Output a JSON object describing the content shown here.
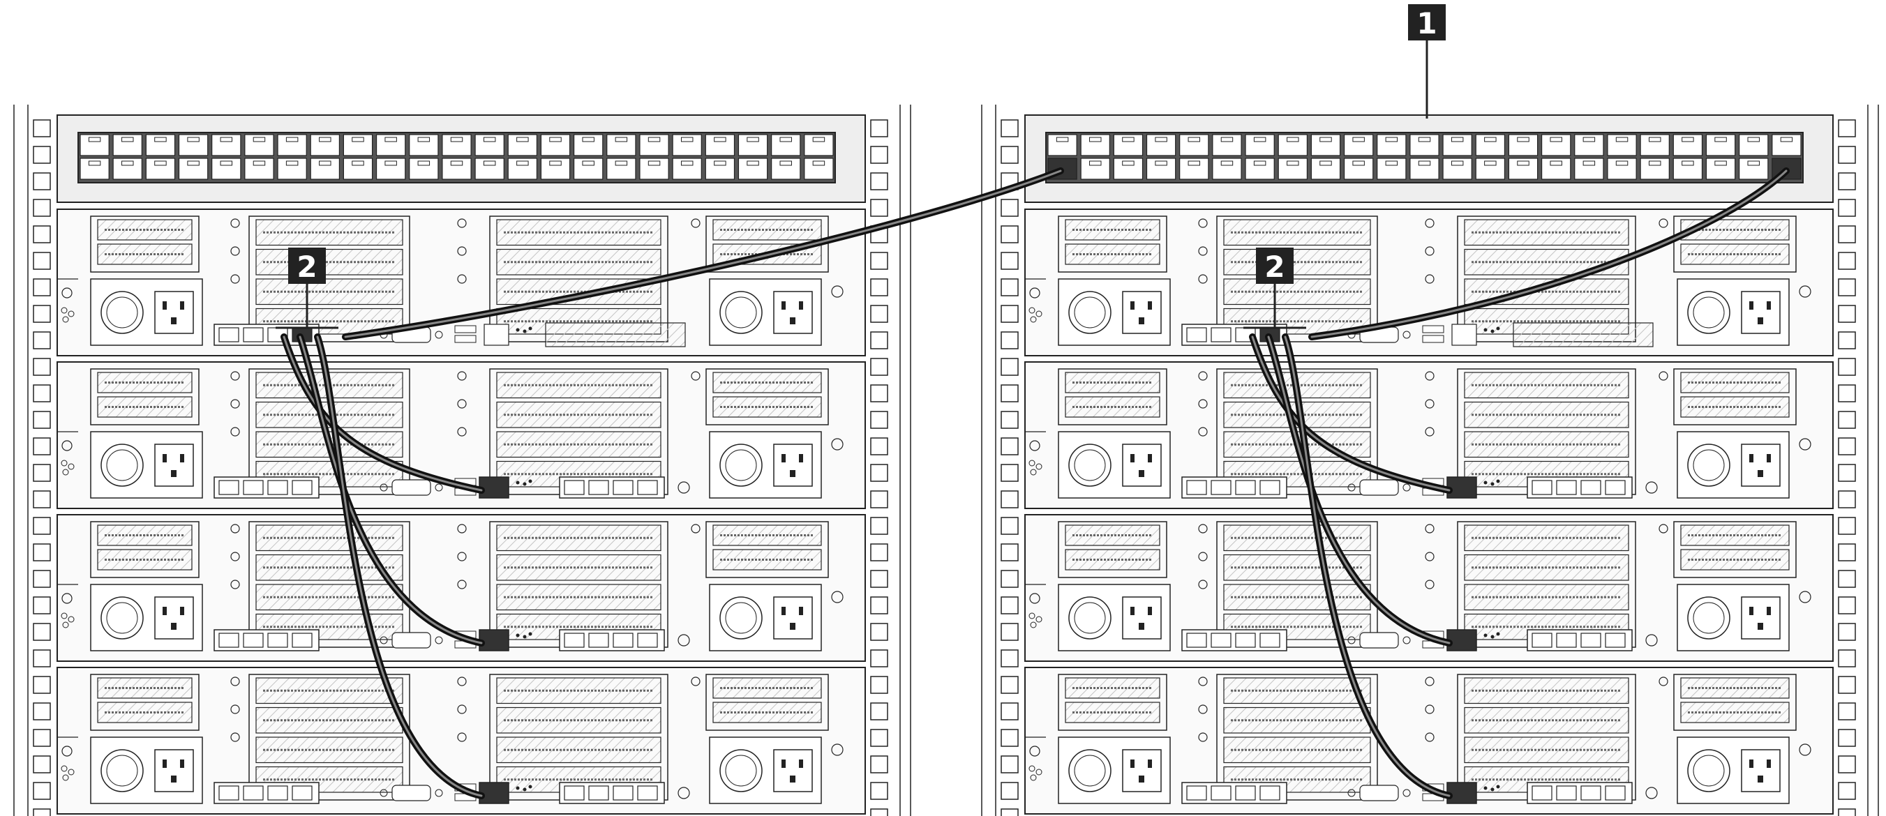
{
  "callouts": [
    {
      "id": "1",
      "label": "1"
    },
    {
      "id": "2",
      "label": "2"
    }
  ],
  "switch": {
    "ports_per_row": 23,
    "rows": 2
  },
  "servers_per_rack": 4,
  "racks": 2,
  "colors": {
    "line": "#222222",
    "panel": "#eeeeee",
    "port_active": "#333333",
    "callout_bg": "#222222",
    "hatch": "#bbbbbb"
  }
}
